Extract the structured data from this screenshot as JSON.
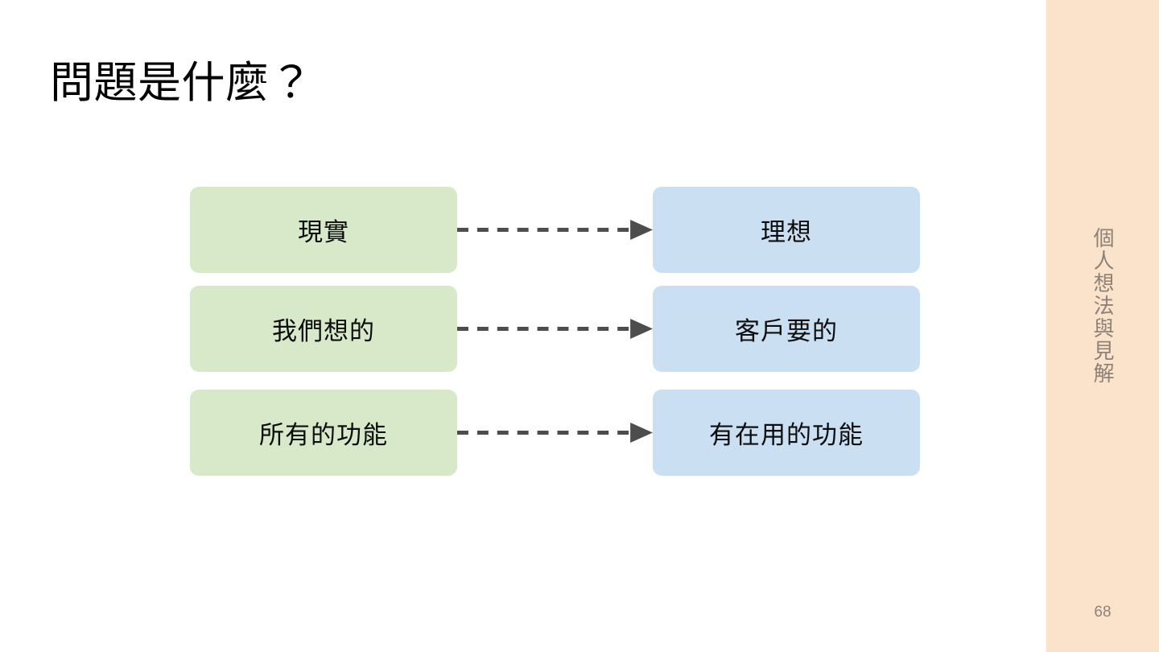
{
  "slide": {
    "title": "問題是什麼？",
    "page_number": "68",
    "background_color": "#ffffff"
  },
  "sidebar": {
    "label": "個人想法與見解",
    "background_color": "#fbe3cb",
    "text_color": "#8d8279"
  },
  "diagram": {
    "type": "two-column-mapping",
    "source_color": "#d8e9c9",
    "target_color": "#cbdff2",
    "connector_color": "#4d4d4d",
    "connector_style": "dashed-arrow",
    "rows": [
      {
        "source": "現實",
        "target": "理想",
        "connector": "arrow-right-dashed"
      },
      {
        "source": "我們想的",
        "target": "客戶要的",
        "connector": "arrow-right-dashed"
      },
      {
        "source": "所有的功能",
        "target": "有在用的功能",
        "connector": "arrow-right-dashed"
      }
    ]
  }
}
